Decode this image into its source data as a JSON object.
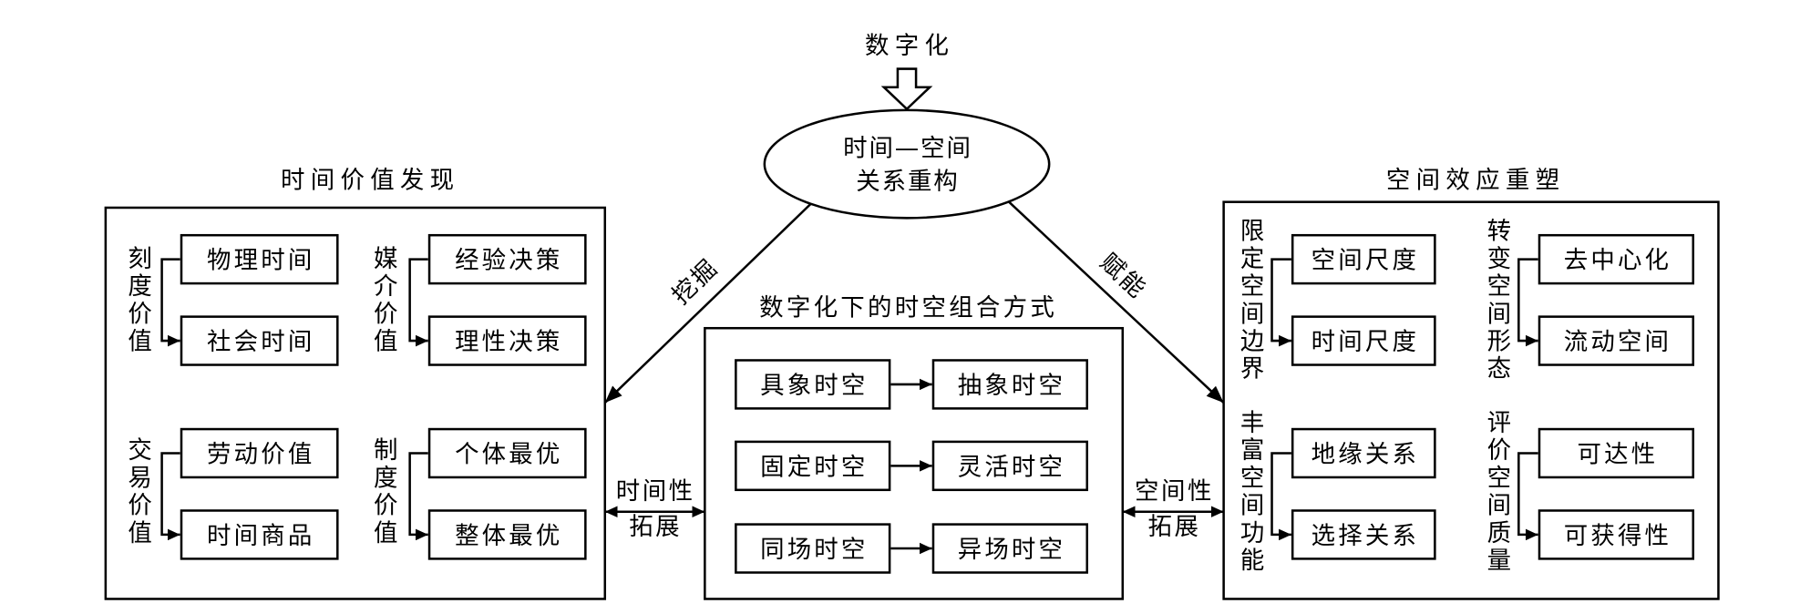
{
  "top_label": "数字化",
  "core": {
    "line1": "时间—空间",
    "line2": "关系重构"
  },
  "edge_labels": {
    "left": "挖掘",
    "right": "赋能"
  },
  "left_panel": {
    "title": "时间价值发现",
    "groups": [
      {
        "label": "刻度价值",
        "items": [
          "物理时间",
          "社会时间"
        ]
      },
      {
        "label": "媒介价值",
        "items": [
          "经验决策",
          "理性决策"
        ]
      },
      {
        "label": "交易价值",
        "items": [
          "劳动价值",
          "时间商品"
        ]
      },
      {
        "label": "制度价值",
        "items": [
          "个体最优",
          "整体最优"
        ]
      }
    ]
  },
  "center_panel": {
    "title": "数字化下的时空组合方式",
    "pairs": [
      {
        "from": "具象时空",
        "to": "抽象时空"
      },
      {
        "from": "固定时空",
        "to": "灵活时空"
      },
      {
        "from": "同场时空",
        "to": "异场时空"
      }
    ]
  },
  "right_panel": {
    "title": "空间效应重塑",
    "groups": [
      {
        "label": "限定空间边界",
        "items": [
          "空间尺度",
          "时间尺度"
        ]
      },
      {
        "label": "转变空间形态",
        "items": [
          "去中心化",
          "流动空间"
        ]
      },
      {
        "label": "丰富空间功能",
        "items": [
          "地缘关系",
          "选择关系"
        ]
      },
      {
        "label": "评价空间质量",
        "items": [
          "可达性",
          "可获得性"
        ]
      }
    ]
  },
  "connectors": {
    "left": {
      "line1": "时间性",
      "line2": "拓展"
    },
    "right": {
      "line1": "空间性",
      "line2": "拓展"
    }
  }
}
